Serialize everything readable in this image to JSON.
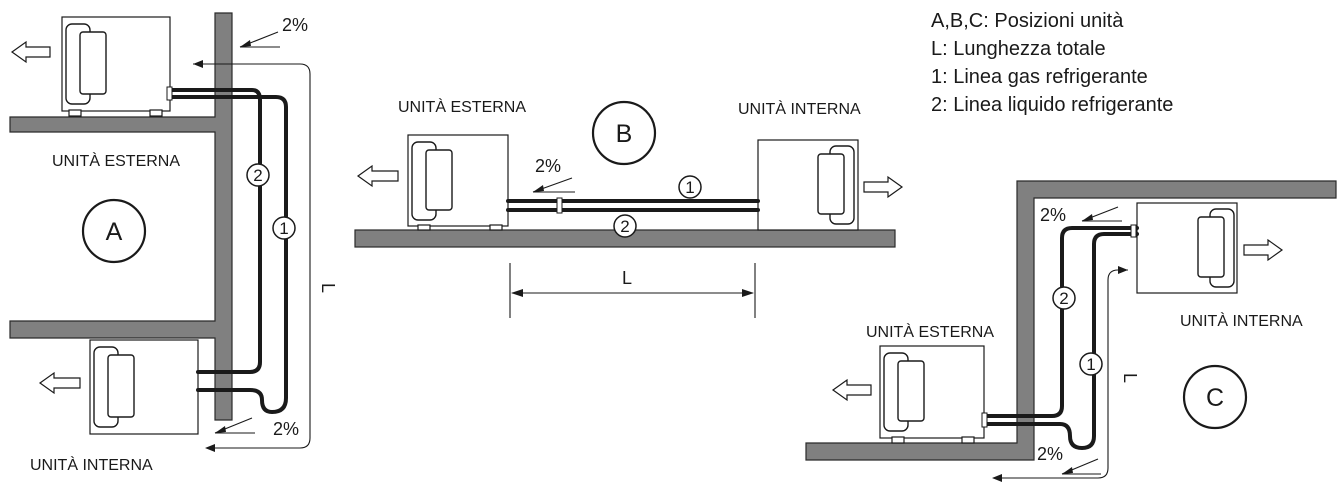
{
  "legend": {
    "positions": "A,B,C: Posizioni unità",
    "length": "L: Lunghezza totale",
    "gas_line": "1: Linea gas refrigerante",
    "liquid_line": "2: Linea liquido refrigerante"
  },
  "labels": {
    "outdoor_unit": "UNITÀ ESTERNA",
    "indoor_unit": "UNITÀ INTERNA",
    "slope": "2%",
    "length": "L",
    "gas_line_number": "1",
    "liquid_line_number": "2"
  },
  "positions": {
    "a": "A",
    "b": "B",
    "c": "C"
  }
}
